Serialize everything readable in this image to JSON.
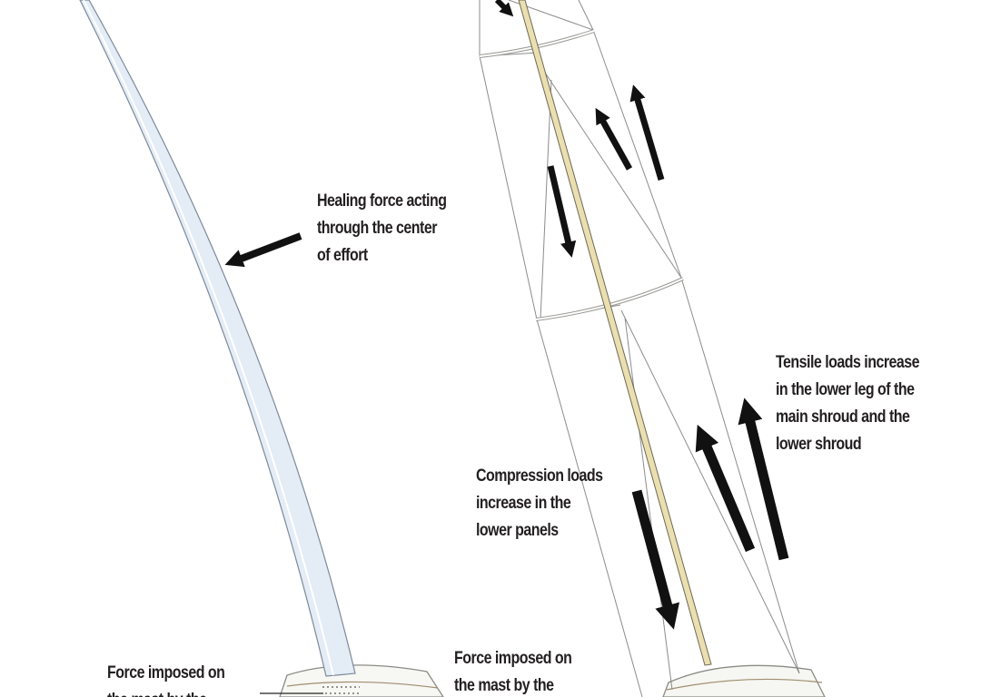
{
  "diagram": {
    "labels": {
      "healing_force": [
        "Healing force acting",
        "through the center",
        "of effort"
      ],
      "tensile_loads": [
        "Tensile loads increase",
        "in the lower leg of the",
        "main shroud and the",
        "lower shroud"
      ],
      "compression_loads": [
        "Compression loads",
        "increase in the",
        "lower panels"
      ],
      "force_mast_left": [
        "Force imposed on",
        "the mast by the"
      ],
      "force_mast_right": [
        "Force imposed on",
        "the mast by the"
      ]
    },
    "colors": {
      "text": "#231f20",
      "arrow": "#111111",
      "rigging_line": "#8a8a8a",
      "mast_fill": "#e4ecf6",
      "mast_wood": "#eadfb0",
      "hull_fill": "#f6f6f2"
    }
  }
}
